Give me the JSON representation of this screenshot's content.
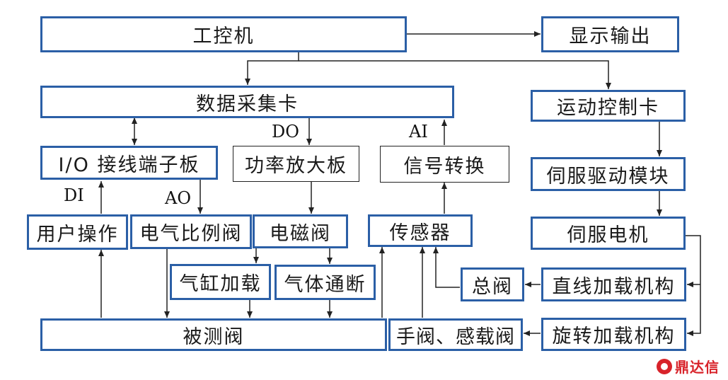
{
  "nodes": {
    "ipc": "工控机",
    "display": "显示输出",
    "daq": "数据采集卡",
    "motion": "运动控制卡",
    "io_board": "I/O 接线端子板",
    "power_amp": "功率放大板",
    "signal_conv": "信号转换",
    "servo_module": "伺服驱动模块",
    "user_op": "用户操作",
    "prop_valve": "电气比例阀",
    "solenoid": "电磁阀",
    "sensor": "传感器",
    "servo_motor": "伺服电机",
    "cylinder": "气缸加载",
    "gas_onoff": "气体通断",
    "main_valve": "总阀",
    "linear_load": "直线加载机构",
    "tested_valve": "被测阀",
    "manual_valve": "手阀、感载阀",
    "rotary_load": "旋转加载机构"
  },
  "signals": {
    "di": "DI",
    "ao": "AO",
    "do": "DO",
    "ai": "AI"
  },
  "logo": {
    "text": "鼎达信"
  },
  "colors": {
    "box_border": "#2b5fa6",
    "line": "#222222",
    "logo": "#d8232a"
  }
}
